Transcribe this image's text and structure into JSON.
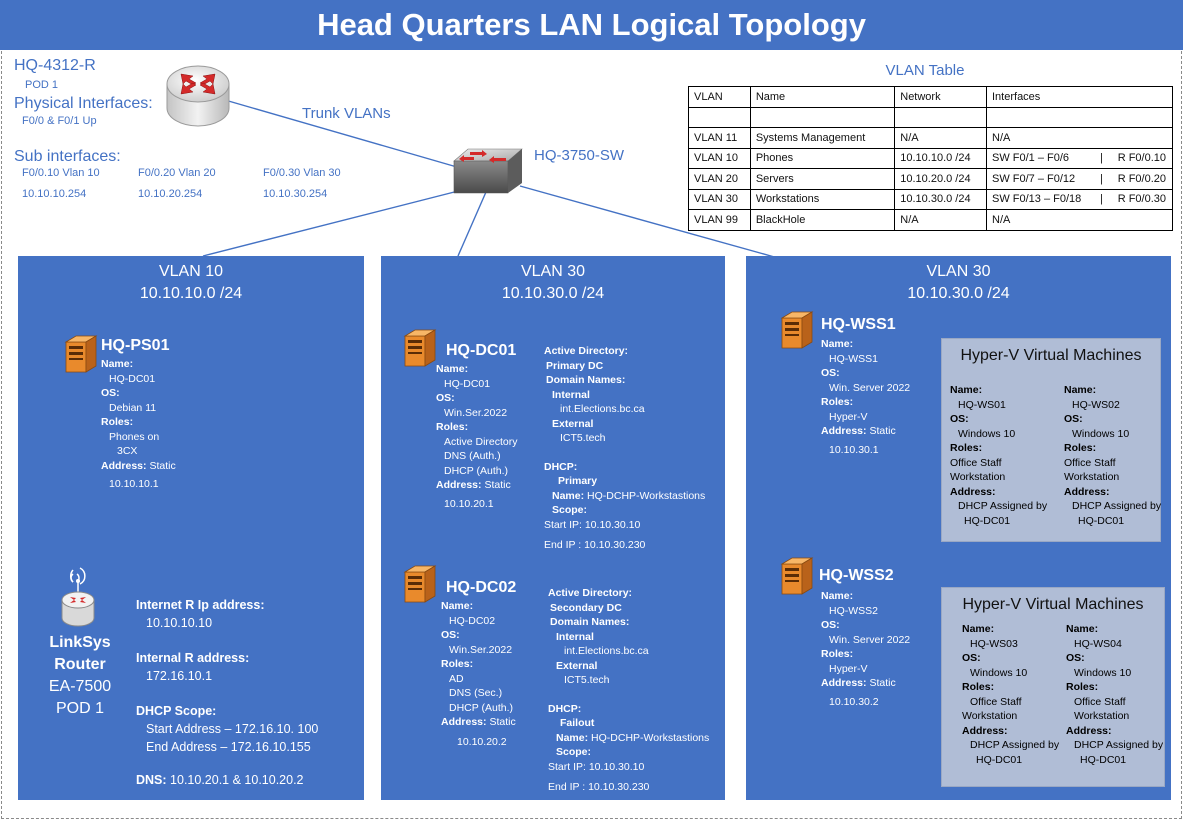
{
  "title": "Head Quarters LAN Logical Topology",
  "router": {
    "name": "HQ-4312-R",
    "pod": "POD 1",
    "phys_title": "Physical Interfaces:",
    "phys_value": "F0/0 & F0/1 Up",
    "sub_title": "Sub interfaces:",
    "subs": [
      {
        "name": "F0/0.10 Vlan 10",
        "ip": "10.10.10.254"
      },
      {
        "name": "F0/0.20 Vlan 20",
        "ip": "10.10.20.254"
      },
      {
        "name": "F0/0.30 Vlan 30",
        "ip": "10.10.30.254"
      }
    ]
  },
  "trunk_label": "Trunk VLANs",
  "switch_name": "HQ-3750-SW",
  "vlan_table": {
    "title": "VLAN Table",
    "headers": [
      "VLAN",
      "Name",
      "Network",
      "Interfaces"
    ],
    "rows": [
      {
        "vlan": "",
        "name": "",
        "network": "",
        "if1": "",
        "if2": ""
      },
      {
        "vlan": "VLAN 11",
        "name": "Systems Management",
        "network": "N/A",
        "if1": "N/A",
        "if2": ""
      },
      {
        "vlan": "VLAN 10",
        "name": "Phones",
        "network": "10.10.10.0 /24",
        "if1": "SW F0/1 – F0/6",
        "if2": "R F0/0.10"
      },
      {
        "vlan": "VLAN 20",
        "name": "Servers",
        "network": "10.10.20.0 /24",
        "if1": "SW F0/7 – F0/12",
        "if2": "R F0/0.20"
      },
      {
        "vlan": "VLAN 30",
        "name": "Workstations",
        "network": "10.10.30.0 /24",
        "if1": "SW F0/13 – F0/18",
        "if2": "R F0/0.30"
      },
      {
        "vlan": "VLAN 99",
        "name": "BlackHole",
        "network": "N/A",
        "if1": "N/A",
        "if2": ""
      }
    ]
  },
  "panel1": {
    "vlan": "VLAN 10",
    "net": "10.10.10.0 /24",
    "server": {
      "name": "HQ-PS01",
      "name_label": "Name:",
      "name_value": "HQ-DC01",
      "os_label": "OS:",
      "os_value": "Debian 11",
      "roles_label": "Roles:",
      "roles_value1": "Phones on",
      "roles_value2": "3CX",
      "addr_label": "Address:",
      "addr_value": "Static",
      "ip": "10.10.10.1"
    },
    "linksys": {
      "line1": "LinkSys",
      "line2": "Router",
      "line3": "EA-7500",
      "line4": "POD 1",
      "internet_label": "Internet R Ip address:",
      "internet_value": "10.10.10.10",
      "internal_label": "Internal R address:",
      "internal_value": "172.16.10.1",
      "dhcp_label": "DHCP Scope:",
      "dhcp_start": "Start Address – 172.16.10. 100",
      "dhcp_end": "End Address – 172.16.10.155",
      "dns_label": "DNS:",
      "dns_value": "10.10.20.1 & 10.10.20.2"
    }
  },
  "panel2": {
    "vlan": "VLAN 30",
    "net": "10.10.30.0 /24",
    "dc01": {
      "name": "HQ-DC01",
      "name_label": "Name:",
      "name_value": "HQ-DC01",
      "os_label": "OS:",
      "os_value": "Win.Ser.2022",
      "roles_label": "Roles:",
      "roles": [
        "Active Directory",
        "DNS (Auth.)",
        "DHCP (Auth.)"
      ],
      "addr_label": "Address:",
      "addr_value": "Static",
      "ip": "10.10.20.1",
      "ad_label": "Active Directory:",
      "ad_type": "Primary DC",
      "dn_label": "Domain Names:",
      "internal_label": "Internal",
      "internal_value": "int.Elections.bc.ca",
      "external_label": "External",
      "external_value": "ICT5.tech",
      "dhcp_label": "DHCP:",
      "dhcp_mode": "Primary",
      "dhcp_name_label": "Name:",
      "dhcp_name_value": "HQ-DCHP-Workstastions",
      "scope_label": "Scope:",
      "start": "Start IP: 10.10.30.10",
      "end": "End IP : 10.10.30.230"
    },
    "dc02": {
      "name": "HQ-DC02",
      "name_label": "Name:",
      "name_value": "HQ-DC02",
      "os_label": "OS:",
      "os_value": "Win.Ser.2022",
      "roles_label": "Roles:",
      "roles": [
        "AD",
        "DNS (Sec.)",
        "DHCP (Auth.)"
      ],
      "addr_label": "Address:",
      "addr_value": "Static",
      "ip": "10.10.20.2",
      "ad_label": "Active Directory:",
      "ad_type": "Secondary DC",
      "dn_label": "Domain Names:",
      "internal_label": "Internal",
      "internal_value": "int.Elections.bc.ca",
      "external_label": "External",
      "external_value": "ICT5.tech",
      "dhcp_label": "DHCP:",
      "dhcp_mode": "Failout",
      "dhcp_name_label": "Name:",
      "dhcp_name_value": "HQ-DCHP-Workstastions",
      "scope_label": "Scope:",
      "start": "Start IP: 10.10.30.10",
      "end": "End IP : 10.10.30.230"
    }
  },
  "panel3": {
    "vlan": "VLAN 30",
    "net": "10.10.30.0 /24",
    "wss1": {
      "name": "HQ-WSS1",
      "name_label": "Name:",
      "name_value": "HQ-WSS1",
      "os_label": "OS:",
      "os_value": "Win. Server 2022",
      "roles_label": "Roles:",
      "roles_value": "Hyper-V",
      "addr_label": "Address:",
      "addr_value": "Static",
      "ip": "10.10.30.1",
      "hv_title": "Hyper-V Virtual Machines",
      "vms": [
        {
          "name_label": "Name:",
          "name": "HQ-WS01",
          "os_label": "OS:",
          "os": "Windows 10",
          "roles_label": "Roles:",
          "role1": "Office Staff",
          "role2": "Workstation",
          "addr_label": "Address:",
          "addr1": "DHCP Assigned by",
          "addr2": "HQ-DC01"
        },
        {
          "name_label": "Name:",
          "name": "HQ-WS02",
          "os_label": "OS:",
          "os": "Windows 10",
          "roles_label": "Roles:",
          "role1": "Office Staff",
          "role2": "Workstation",
          "addr_label": "Address:",
          "addr1": "DHCP Assigned by",
          "addr2": "HQ-DC01"
        }
      ]
    },
    "wss2": {
      "name": "HQ-WSS2",
      "name_label": "Name:",
      "name_value": "HQ-WSS2",
      "os_label": "OS:",
      "os_value": "Win. Server 2022",
      "roles_label": "Roles:",
      "roles_value": "Hyper-V",
      "addr_label": "Address:",
      "addr_value": "Static",
      "ip": "10.10.30.2",
      "hv_title": "Hyper-V Virtual Machines",
      "vms": [
        {
          "name_label": "Name:",
          "name": "HQ-WS03",
          "os_label": "OS:",
          "os": "Windows 10",
          "roles_label": "Roles:",
          "role1": "Office Staff",
          "role2": "Workstation",
          "addr_label": "Address:",
          "addr1": "DHCP Assigned by",
          "addr2": "HQ-DC01"
        },
        {
          "name_label": "Name:",
          "name": "HQ-WS04",
          "os_label": "OS:",
          "os": "Windows 10",
          "roles_label": "Roles:",
          "role1": "Office Staff",
          "role2": "Workstation",
          "addr_label": "Address:",
          "addr1": "DHCP Assigned by",
          "addr2": "HQ-DC01"
        }
      ]
    }
  }
}
